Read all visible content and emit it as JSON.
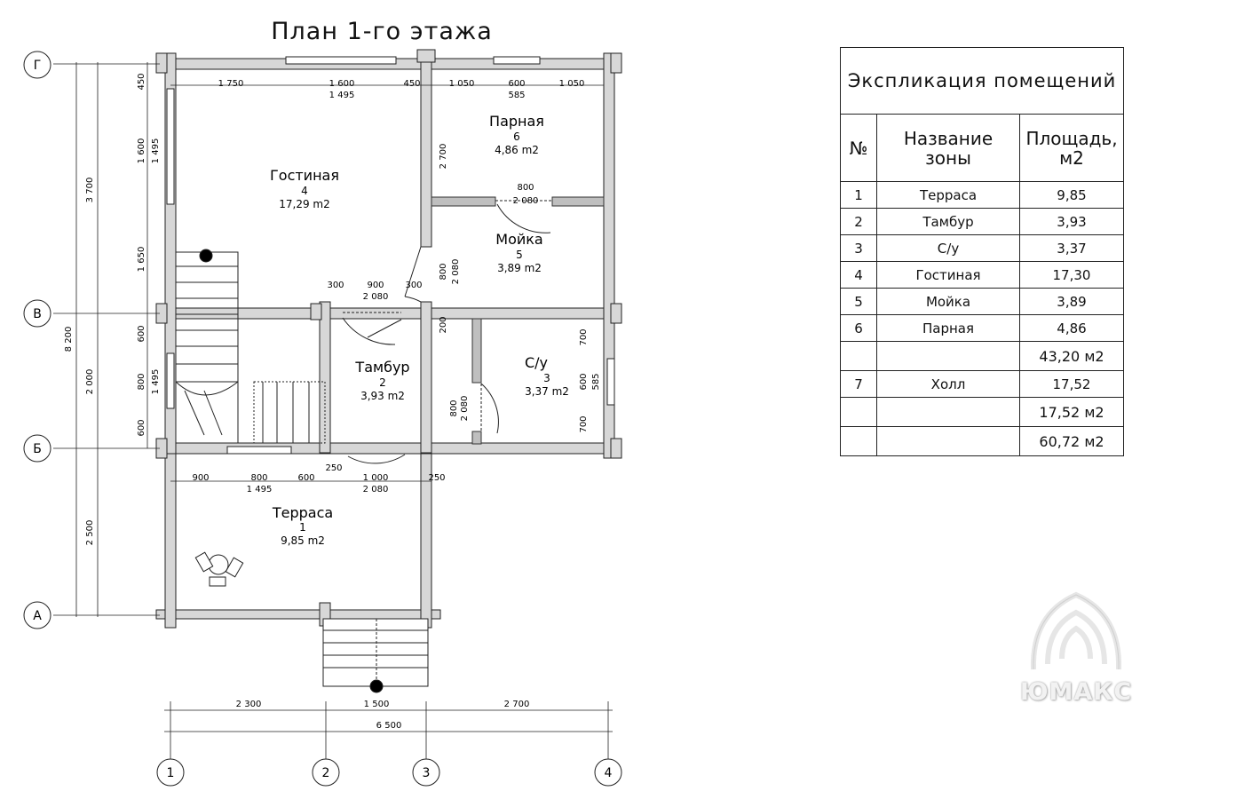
{
  "plan": {
    "title": "План 1-го этажа",
    "rooms": [
      {
        "name": "Гостиная",
        "num": "4",
        "area": "17,29 m2"
      },
      {
        "name": "Парная",
        "num": "6",
        "area": "4,86 m2"
      },
      {
        "name": "Мойка",
        "num": "5",
        "area": "3,89 m2"
      },
      {
        "name": "Тамбур",
        "num": "2",
        "area": "3,93 m2"
      },
      {
        "name": "С/у",
        "num": "3",
        "area": "3,37 m2"
      },
      {
        "name": "Терраса",
        "num": "1",
        "area": "9,85 m2"
      }
    ],
    "axes_rows": [
      "Г",
      "В",
      "Б",
      "А"
    ],
    "axes_cols": [
      "1",
      "2",
      "3",
      "4"
    ],
    "dims_left": [
      "3 700",
      "2 000",
      "2 500",
      "8 200"
    ],
    "dims_left_inner": [
      "450",
      "1 600",
      "1 495",
      "1 650",
      "600",
      "800",
      "1 495",
      "600"
    ],
    "dims_bottom": [
      "2 300",
      "1 500",
      "2 700",
      "6 500"
    ],
    "dims_top_row": [
      "1 750",
      "1 600",
      "1 495",
      "450",
      "1 050",
      "600",
      "585",
      "1 050"
    ],
    "dims_misc": [
      "2 700",
      "800",
      "2 080",
      "800",
      "2 080",
      "300",
      "900",
      "2 080",
      "300",
      "200",
      "700",
      "600",
      "585",
      "700",
      "800",
      "2 080",
      "900",
      "800",
      "1 495",
      "600",
      "1 000",
      "2 080",
      "250",
      "250"
    ]
  },
  "explication": {
    "title": "Экспликация помещений",
    "col_num": "№",
    "col_name": "Название зоны",
    "col_area": "Площадь, м2",
    "rows": [
      {
        "n": "1",
        "name": "Терраса",
        "area": "9,85"
      },
      {
        "n": "2",
        "name": "Тамбур",
        "area": "3,93"
      },
      {
        "n": "3",
        "name": "С/у",
        "area": "3,37"
      },
      {
        "n": "4",
        "name": "Гостиная",
        "area": "17,30"
      },
      {
        "n": "5",
        "name": "Мойка",
        "area": "3,89"
      },
      {
        "n": "6",
        "name": "Парная",
        "area": "4,86"
      }
    ],
    "subtotal1": "43,20 м2",
    "row7": {
      "n": "7",
      "name": "Холл",
      "area": "17,52"
    },
    "subtotal2": "17,52 м2",
    "total": "60,72 м2"
  },
  "logo": {
    "text": "ЮМАКС"
  }
}
